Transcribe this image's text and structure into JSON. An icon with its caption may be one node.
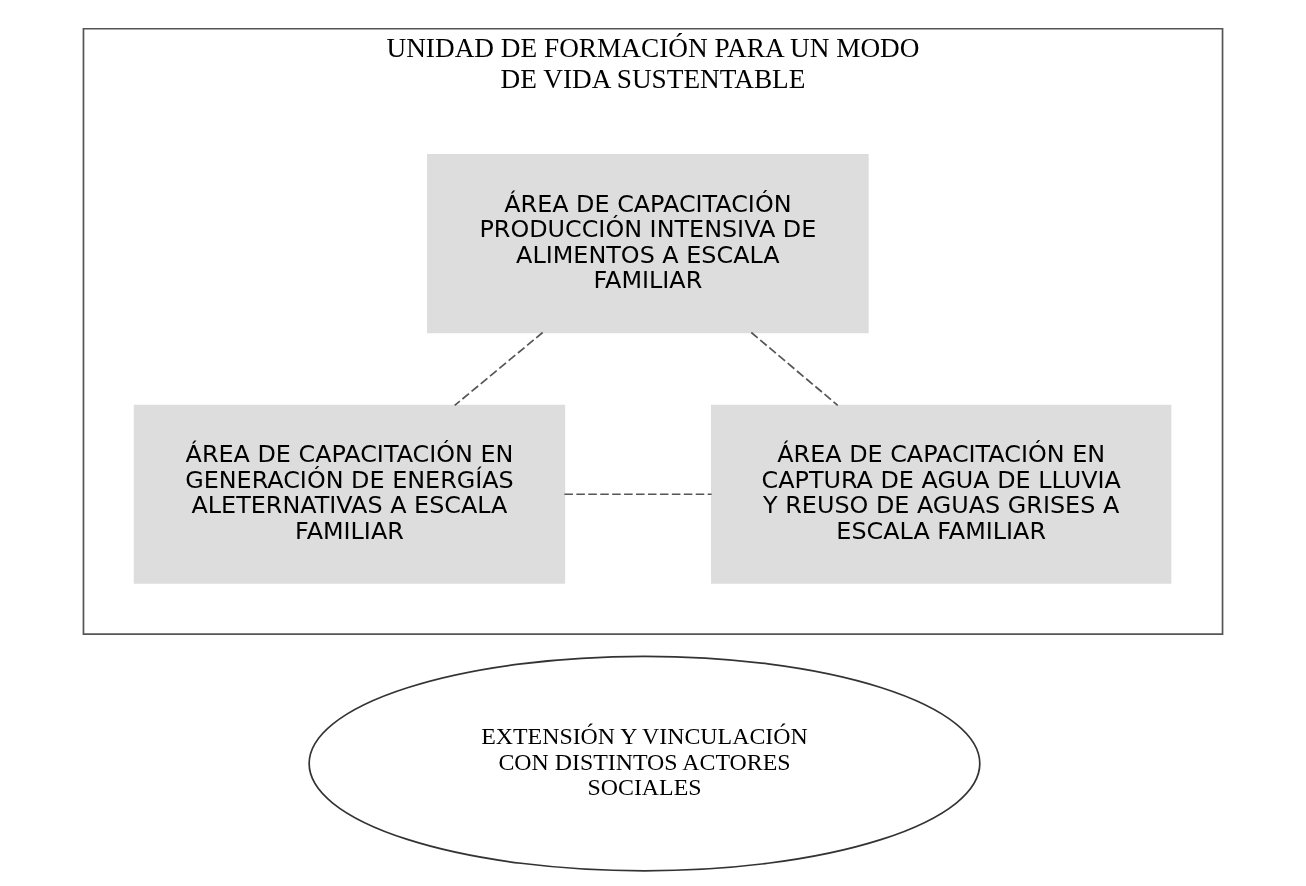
{
  "diagram": {
    "nodes": [
      {
        "text": [
          "UNIDAD DE FORMACIÓN PARA UN MODO DE VIDA SUSTENTABLE"
        ]
      },
      {
        "text": [
          "ÁREA DE CAPACITACIÓN PRODUCCIÓN INTENSIVA DE ALIMENTOS A ESCALA FAMILIAR"
        ],
        "in": 0
      },
      {
        "text": [
          "ÁREA DE CAPACITACIÓN EN GENERACIÓN DE ENERGÍAS ALETERNATIVAS A ESCALA FAMILIAR"
        ],
        "in": 0
      },
      {
        "text": [
          "ÁREA DE CAPACITACIÓN EN CAPTURA DE AGUA DE LLUVIA Y REUSO DE AGUAS GRISES A ESCALA FAMILIAR"
        ],
        "in": 0
      },
      {
        "text": [
          "EXTENSIÓN Y VINCULACIÓN CON DISTINTOS ACTORES SOCIALES"
        ]
      }
    ],
    "edges": [
      {
        "from": 1,
        "to": 2,
        "arrow": "none",
        "style": "dashed"
      },
      {
        "from": 1,
        "to": 3,
        "arrow": "none",
        "style": "dashed"
      },
      {
        "from": 2,
        "to": 3,
        "arrow": "none",
        "style": "dashed"
      }
    ]
  }
}
